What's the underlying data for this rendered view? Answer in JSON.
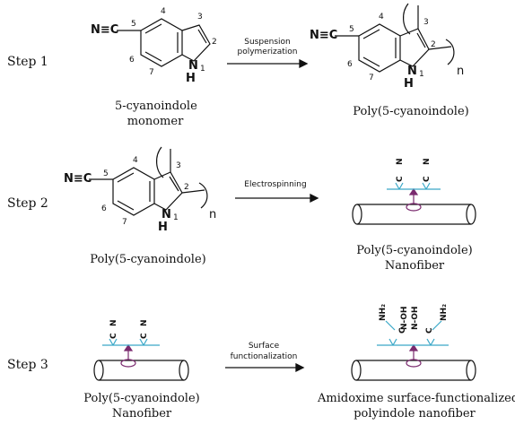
{
  "steps": {
    "step1": "Step 1",
    "step2": "Step 2",
    "step3": "Step 3"
  },
  "atoms": {
    "nitrile": "N≡C",
    "ring_n": "N",
    "ring_h": "H",
    "repeat_n": "n"
  },
  "ring_numbers": {
    "c5": "5",
    "c4": "4",
    "c3": "3",
    "c2": "2",
    "c6": "6",
    "c7": "7",
    "n1": "1"
  },
  "arrows": {
    "suspension_line1": "Suspension",
    "suspension_line2": "polymerization",
    "electrospinning": "Electrospinning",
    "surface_line1": "Surface",
    "surface_line2": "functionalization"
  },
  "captions": {
    "monomer_line1": "5-cyanoindole",
    "monomer_line2": "monomer",
    "polymer_step1": "Poly(5-cyanoindole)",
    "polymer_step2": "Poly(5-cyanoindole)",
    "nanofiber_step2_line1": "Poly(5-cyanoindole)",
    "nanofiber_step2_line2": "Nanofiber",
    "nanofiber_step3_line1": "Poly(5-cyanoindole)",
    "nanofiber_step3_line2": "Nanofiber",
    "amidoxime_line1": "Amidoxime surface-functionalized",
    "amidoxime_line2": "polyindole nanofiber"
  },
  "fiber_groups": {
    "nitrile_n": "N",
    "nitrile_c": "C",
    "nh2": "NH₂",
    "n_oh": "N-OH",
    "c": "C"
  },
  "colors": {
    "ink": "#111111",
    "cyan_line": "#3aa8c8",
    "purple": "#7a2a6e"
  }
}
